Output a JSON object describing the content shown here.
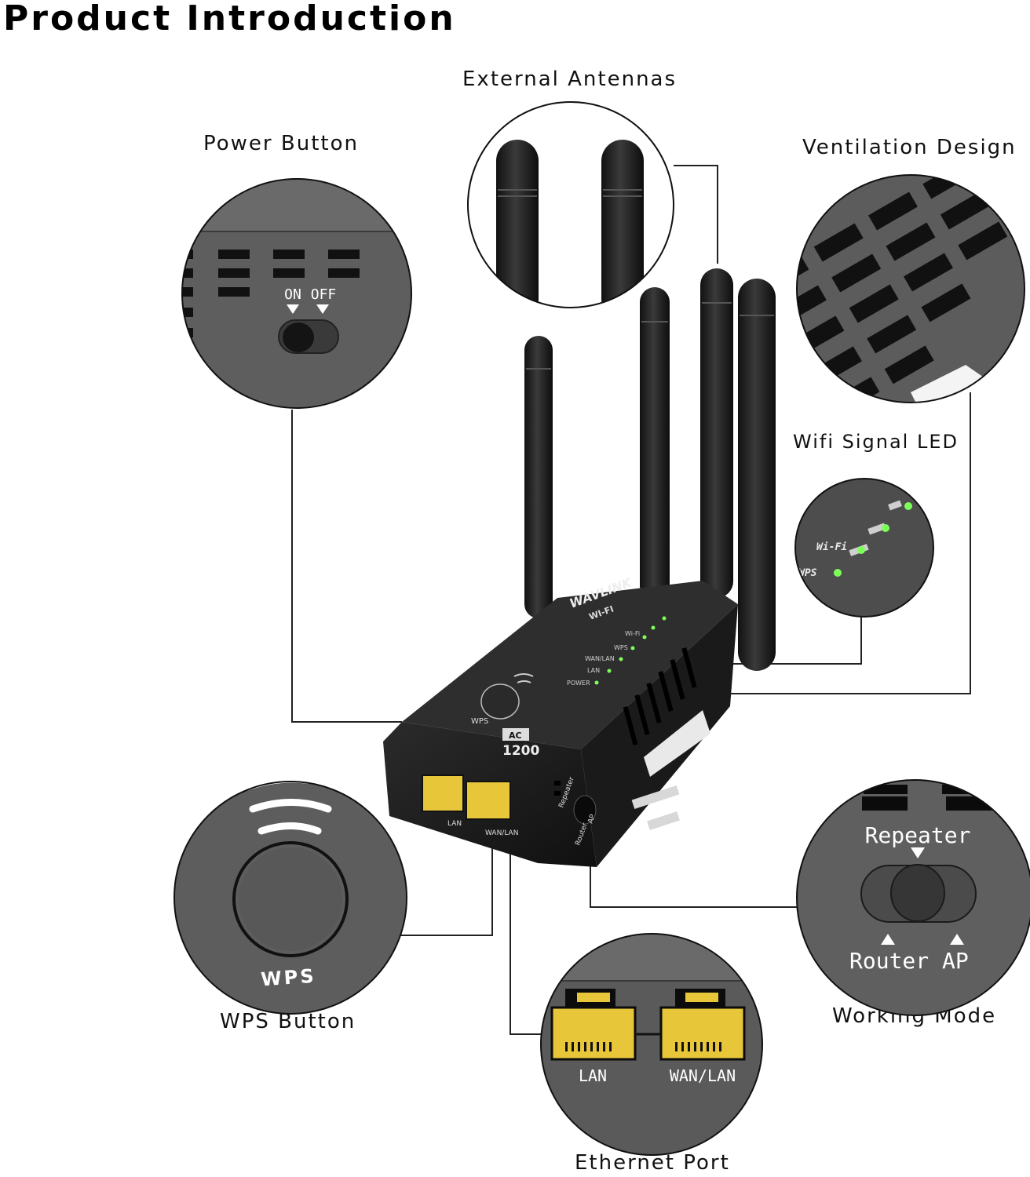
{
  "page": {
    "title": "Product Introduction"
  },
  "callouts": {
    "power_button": "Power Button",
    "external_antennas": "External Antennas",
    "ventilation_design": "Ventilation Design",
    "wifi_signal_led": "Wifi Signal LED",
    "wps_button": "WPS Button",
    "working_mode": "Working Mode",
    "ethernet_port": "Ethernet Port"
  },
  "detail_text": {
    "switch_on": "ON",
    "switch_off": "OFF",
    "wps": "WPS",
    "repeater": "Repeater",
    "router": "Router",
    "ap": "AP",
    "lan": "LAN",
    "wan_lan": "WAN/LAN",
    "led_wifi": "Wi-Fi",
    "led_wps": "WPS"
  },
  "device": {
    "brand": "WAVLINK",
    "subtitle": "WI-FI",
    "model_badge_top": "AC",
    "model_badge_bottom": "1200",
    "led_labels": [
      "Wi-Fi",
      "WPS",
      "WAN/LAN",
      "LAN",
      "POWER"
    ],
    "wps_label": "WPS",
    "port_labels": [
      "LAN",
      "WAN/LAN"
    ],
    "switch_labels": [
      "Repeater",
      "Router",
      "AP"
    ]
  },
  "colors": {
    "device_body": "#1c1c1c",
    "detail_fill": "#5d5d5d",
    "port_yellow": "#e8c63a",
    "led_green": "#7dff5a",
    "connector_line": "#222222"
  }
}
